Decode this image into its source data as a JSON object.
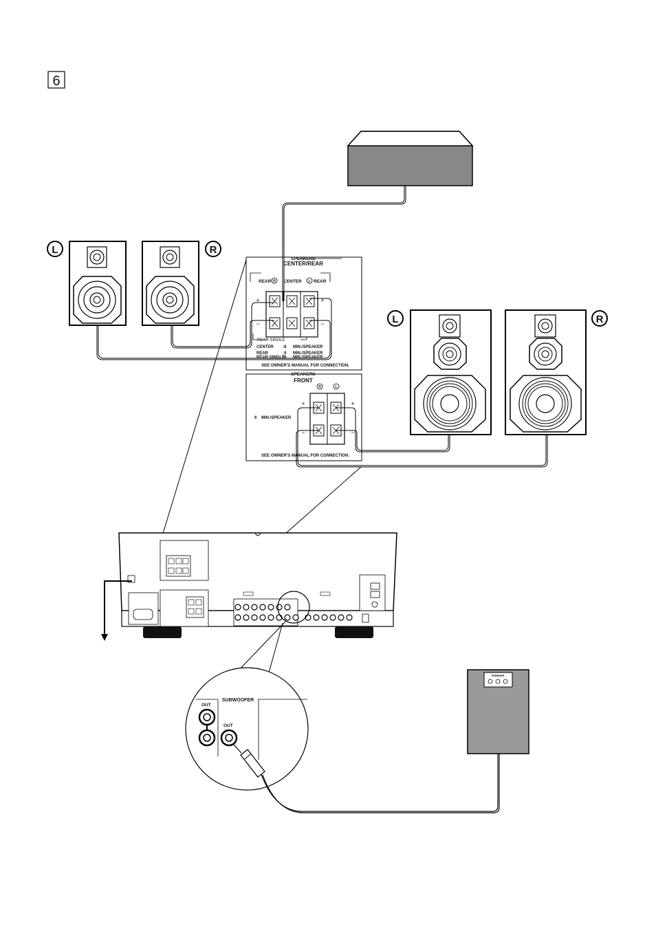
{
  "step_number": "6",
  "speaker_labels": {
    "left": "L",
    "right": "R"
  },
  "center_rear_panel": {
    "heading": "SPEAKERS",
    "title": "CENTER/REAR",
    "terminal_labels": {
      "rear_r": "REAR",
      "center": "CENTER",
      "rear_l": "REAR"
    },
    "plus": "+",
    "minus": "−",
    "rear_single": "REAR SINGLE",
    "specs": [
      {
        "name": "CENTER",
        "value": ":8",
        "unit": "MIN./SPEAKER"
      },
      {
        "name": "REAR",
        "value": ":4",
        "unit": "MIN./SPEAKER"
      },
      {
        "name": "REAR SINGLE",
        "value": ":8",
        "unit": "MIN./SPEAKER"
      }
    ],
    "note": "SEE OWNER'S MANUAL FOR CONNECTION."
  },
  "front_panel": {
    "heading": "SPEAKERS",
    "title": "FRONT",
    "impedance": "6",
    "unit": "MIN./SPEAKER",
    "note": "SEE OWNER'S MANUAL FOR CONNECTION."
  },
  "subwoofer_detail": {
    "title": "SUBWOOFER",
    "out_left": "OUT",
    "out_right": "OUT"
  },
  "subwoofer_brand": "YAMAHA"
}
